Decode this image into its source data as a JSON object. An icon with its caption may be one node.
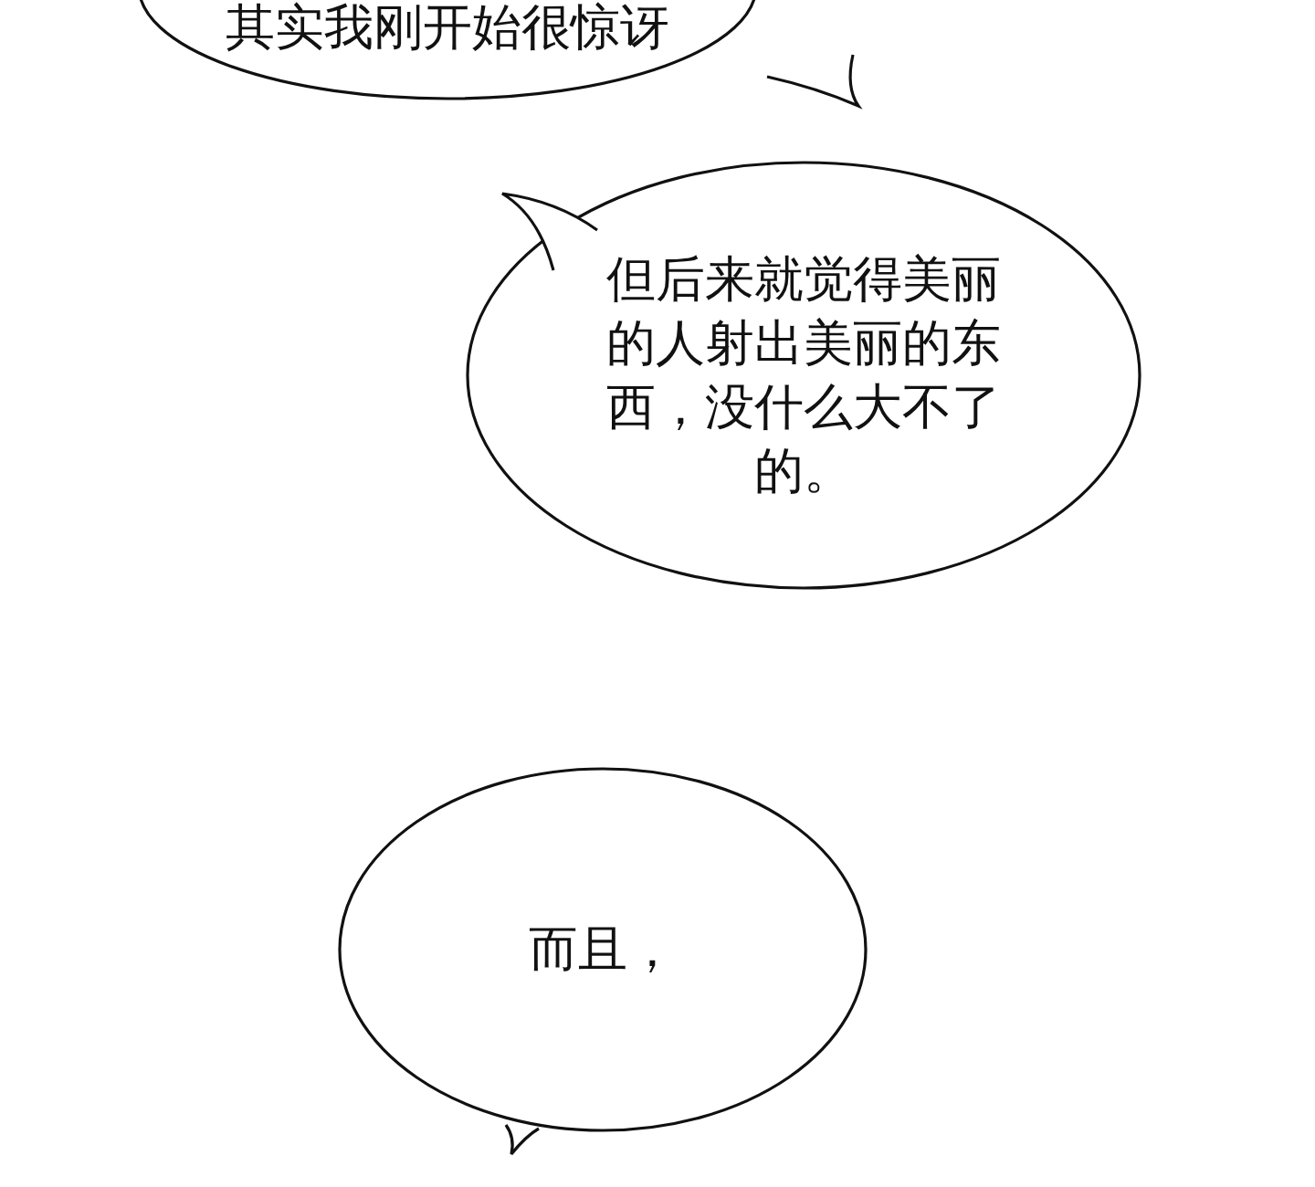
{
  "diagram": {
    "nodes": [
      {
        "text": [
          "其实我刚开始很惊讶"
        ]
      },
      {
        "text": [
          "但后来就觉得美丽的人射出美丽的东西，没什么大不了的。"
        ]
      },
      {
        "text": [
          "而且，"
        ]
      }
    ]
  }
}
